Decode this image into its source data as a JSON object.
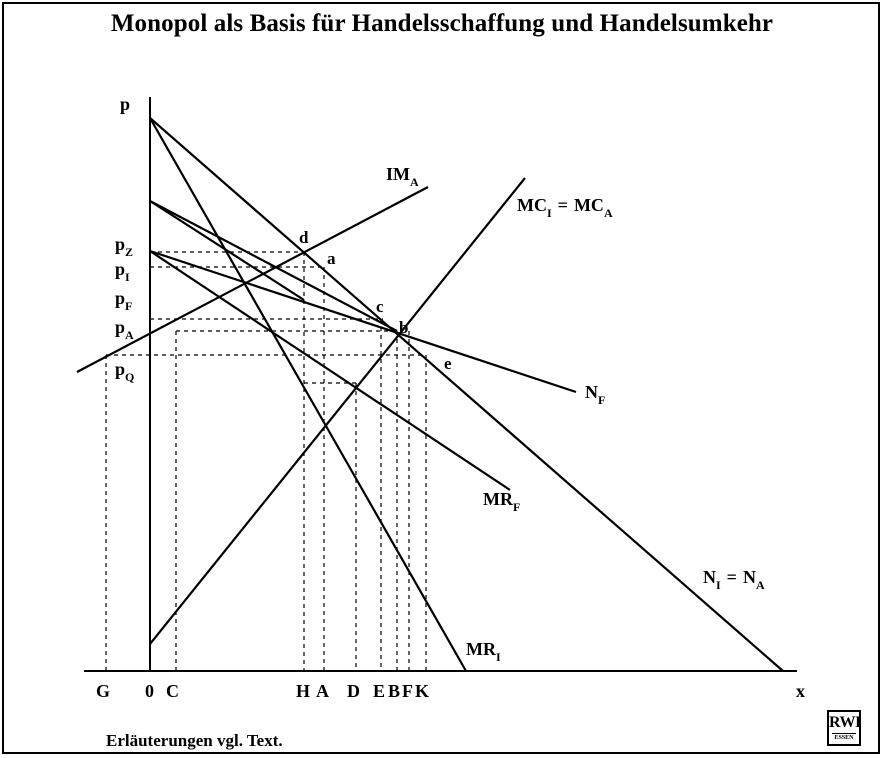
{
  "title": "Monopol als Basis für Handelsschaffung und Handelsumkehr",
  "footnote": "Erläuterungen vgl. Text.",
  "logo": {
    "main": "RWI",
    "sub": "ESSEN"
  },
  "axes": {
    "y_label": "p",
    "x_label": "x"
  },
  "price_labels": [
    {
      "base": "p",
      "sub": "Z"
    },
    {
      "base": "p",
      "sub": "I"
    },
    {
      "base": "p",
      "sub": "F"
    },
    {
      "base": "p",
      "sub": "A"
    },
    {
      "base": "p",
      "sub": "Q"
    }
  ],
  "quantity_labels": [
    "G",
    "0",
    "C",
    "H",
    "A",
    "D",
    "E",
    "B",
    "F",
    "K"
  ],
  "point_labels": [
    "d",
    "a",
    "c",
    "b",
    "e"
  ],
  "curve_labels": {
    "im_a": {
      "base": "IM",
      "sub": "A"
    },
    "mc": {
      "base1": "MC",
      "sub1": "I",
      "eq": "=",
      "base2": "MC",
      "sub2": "A"
    },
    "n_f": {
      "base": "N",
      "sub": "F"
    },
    "mr_f": {
      "base": "MR",
      "sub": "F"
    },
    "n_i": {
      "base1": "N",
      "sub1": "I",
      "eq": "=",
      "base2": "N",
      "sub2": "A"
    },
    "mr_i": {
      "base": "MR",
      "sub": "I"
    }
  }
}
